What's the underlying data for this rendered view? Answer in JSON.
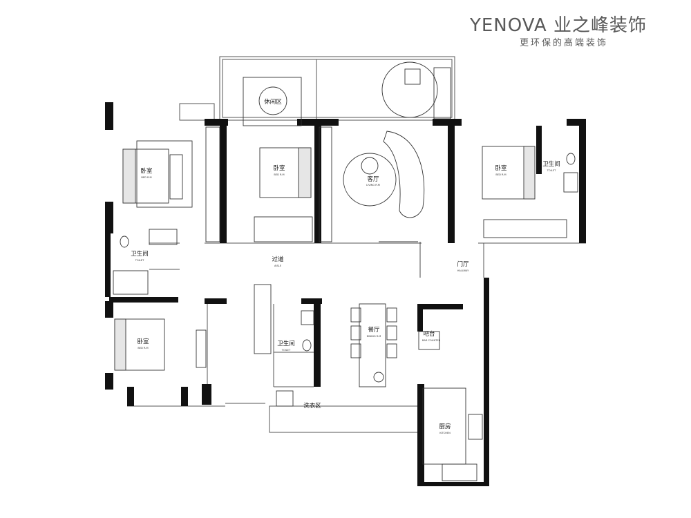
{
  "brand": {
    "name": "YENOVA 业之峰装饰",
    "tagline": "更环保的高端装饰"
  },
  "rooms": {
    "bedroom_nw": {
      "zh": "卧室",
      "en": "BED R.M"
    },
    "bedroom_mid": {
      "zh": "卧室",
      "en": "BED R.M"
    },
    "bedroom_ne": {
      "zh": "卧室",
      "en": "BED R.M"
    },
    "bedroom_sw": {
      "zh": "卧室",
      "en": "BED R.M"
    },
    "leisure": {
      "zh": "休闲区"
    },
    "living": {
      "zh": "客厅",
      "en": "LIVING R.M"
    },
    "toilet_w": {
      "zh": "卫生间",
      "en": "TOILET"
    },
    "toilet_e": {
      "zh": "卫生间",
      "en": "TOILET"
    },
    "toilet_c": {
      "zh": "卫生间",
      "en": "TOILET"
    },
    "aisle": {
      "zh": "过道",
      "en": "AISLE"
    },
    "hallway": {
      "zh": "门厅",
      "en": "HALLWAY"
    },
    "dining": {
      "zh": "餐厅",
      "en": "DINING R.M"
    },
    "bar": {
      "zh": "吧台",
      "en": "BAR COUNTER"
    },
    "laundry": {
      "zh": "洗衣区"
    },
    "kitchen": {
      "zh": "厨房",
      "en": "KITCHEN"
    }
  }
}
